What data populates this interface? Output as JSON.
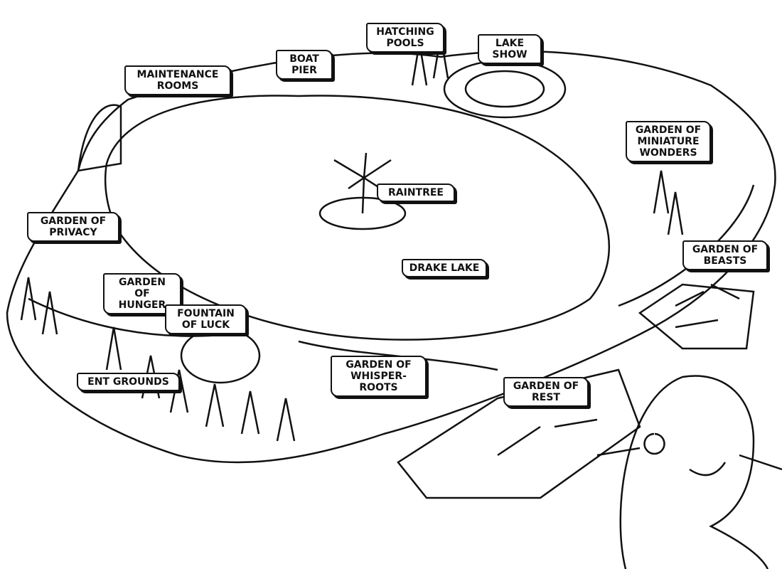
{
  "title": "Garden map",
  "labels": {
    "hatching_pools": "Hatching Pools",
    "lake_show": "Lake Show",
    "boat_pier": "Boat Pier",
    "maintenance_rooms": "Maintenance Rooms",
    "miniature_wonders": "Garden of Miniature Wonders",
    "raintree": "Raintree",
    "privacy": "Garden of Privacy",
    "beasts": "Garden of Beasts",
    "drake_lake": "Drake Lake",
    "hunger": "Garden of Hunger",
    "fountain": "Fountain of Luck",
    "ent_grounds": "Ent Grounds",
    "whisper_roots": "Garden of Whisper-roots",
    "rest": "Garden of Rest"
  },
  "colors": {
    "ink": "#111111",
    "paper": "#ffffff"
  }
}
